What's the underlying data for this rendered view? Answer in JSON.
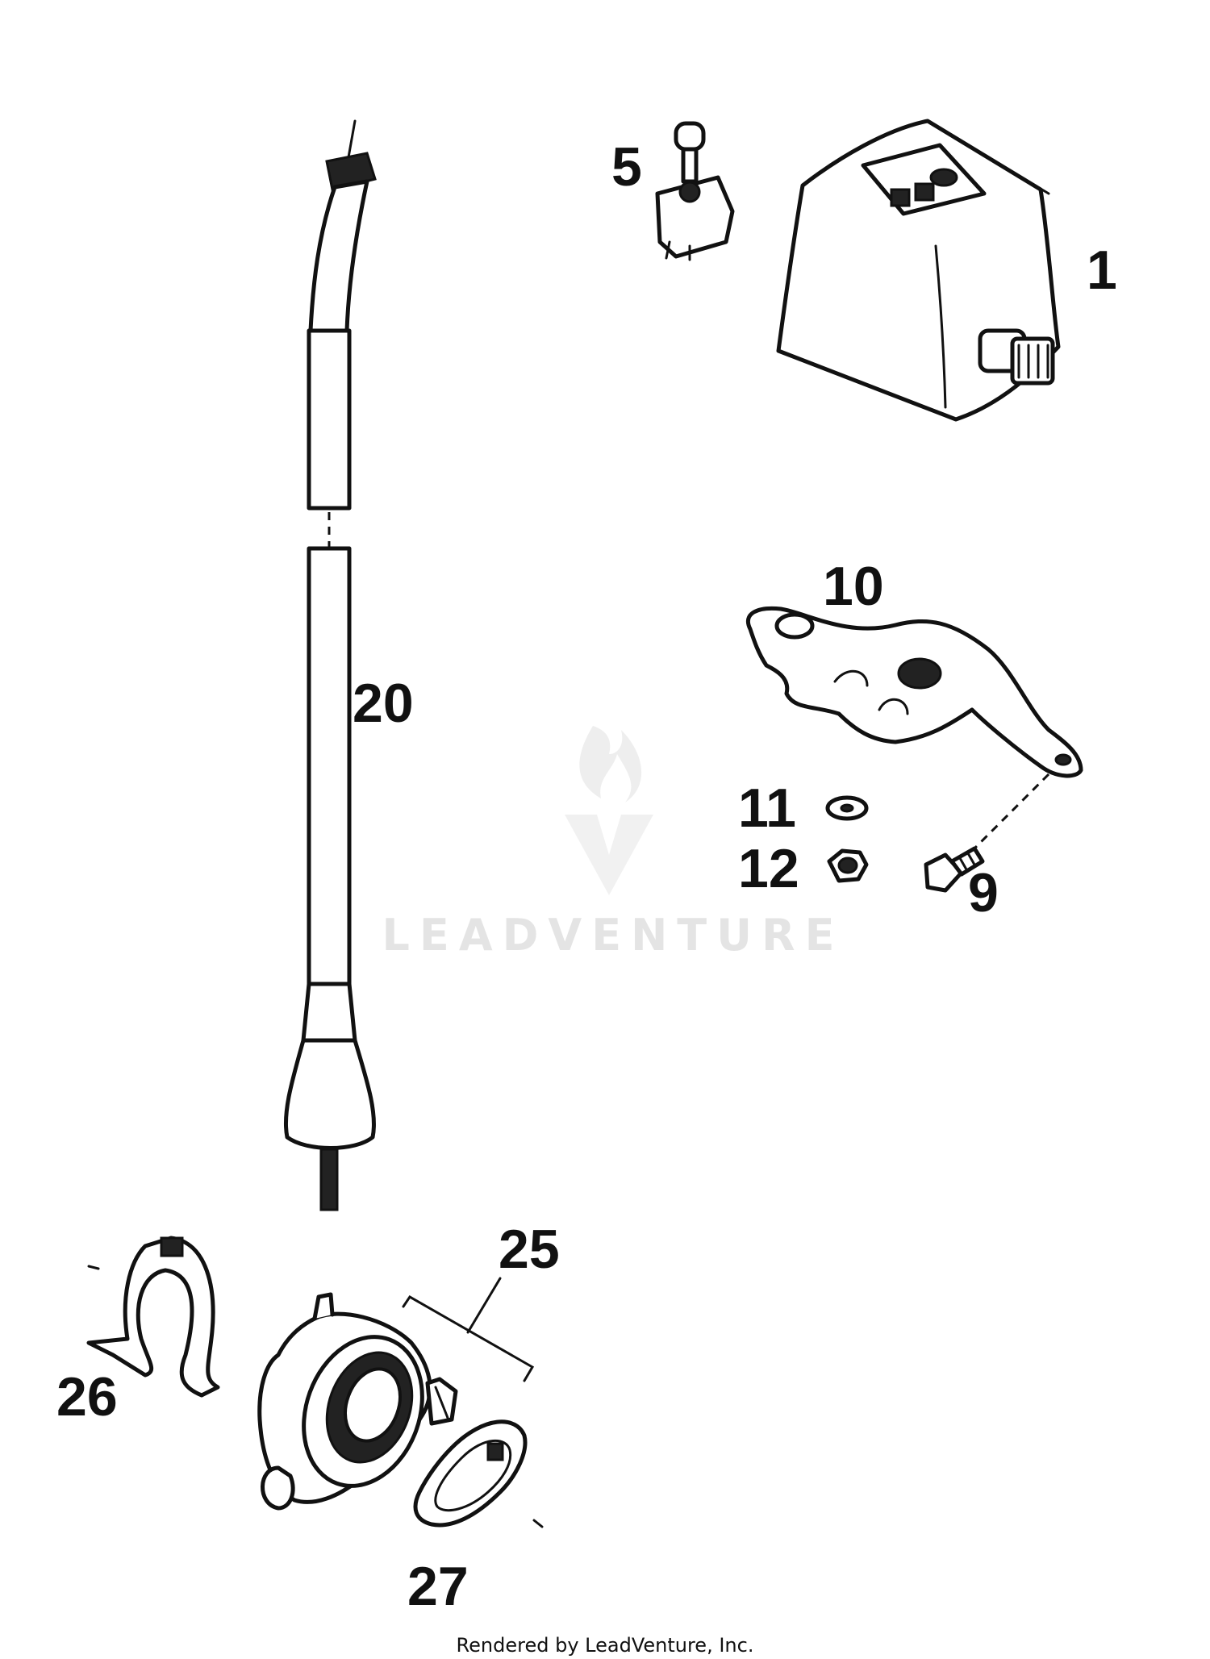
{
  "callouts": {
    "c1": "1",
    "c5": "5",
    "c9": "9",
    "c10": "10",
    "c11": "11",
    "c12": "12",
    "c20": "20",
    "c25": "25",
    "c26": "26",
    "c27": "27"
  },
  "watermark": "LEADVENTURE",
  "footer": "Rendered by LeadVenture, Inc."
}
